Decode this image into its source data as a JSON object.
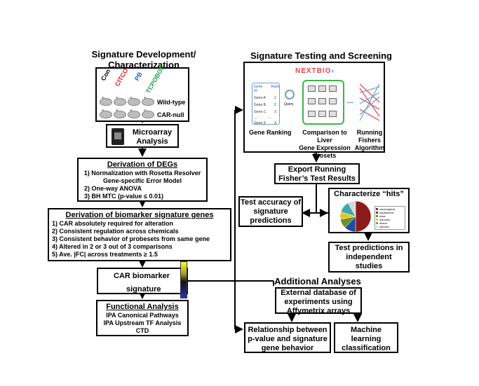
{
  "left": {
    "title_line1": "Signature Development/",
    "title_line2": "Characterization",
    "treatments": [
      "Con",
      "CITCO",
      "PB",
      "TCPOBOP"
    ],
    "treatment_colors": [
      "#000000",
      "#e02020",
      "#1a5fd6",
      "#22a14a"
    ],
    "row_labels": [
      "Wild-type",
      "CAR-null"
    ],
    "microarray": "Microarray Analysis",
    "degs": {
      "title": "Derivation of DEGs",
      "items": [
        "1) Normalization with Rosetta Resolver",
        "Gene-specific Error Model",
        "2) One-way ANOVA",
        "3) BH MTC (p-value ≤ 0.01)"
      ]
    },
    "biomarker": {
      "title": "Derivation of biomarker signature genes",
      "items": [
        "1) CAR absolutely required for alteration",
        "2) Consistent regulation across chemicals",
        "3) Consistent behavior of probesets from same gene",
        "4) Altered in 2 or 3 out of 3 comparisons",
        "5) Ave. |FC| across treatments ≥ 1.5"
      ]
    },
    "car_signature": [
      "CAR biomarker",
      "signature"
    ],
    "functional": {
      "title": "Functional Analysis",
      "items": [
        "IPA Canonical Pathways",
        "IPA Upstream TF Analysis",
        "CTD"
      ]
    }
  },
  "right": {
    "title": "Signature Testing and Screening",
    "nextbio": {
      "logo": "NEXTBIO",
      "table_headers": [
        "Gene ID",
        "Rank"
      ],
      "genes": [
        "Gene A",
        "Gene B",
        "Gene C",
        "...",
        "Gene X"
      ],
      "ranks": [
        "1",
        "2",
        "3",
        "...",
        "X"
      ],
      "query": "Query",
      "caption_ranking": "Gene Ranking",
      "caption_comparison": [
        "Comparison to Liver",
        "Gene Expression",
        "Biosets"
      ],
      "caption_fishers": [
        "Running",
        "Fishers",
        "Algorithm"
      ]
    },
    "export": [
      "Export Running",
      "Fisher’s Test Results"
    ],
    "test_accuracy": [
      "Test accuracy of",
      "signature",
      "predictions"
    ],
    "characterize": "Characterize “hits”",
    "pie_legend": [
      "carcinogenic",
      "hepatotoxic",
      "dose",
      "inducers",
      "others",
      "species"
    ],
    "pie_colors": [
      "#8b1a1a",
      "#1f4e9e",
      "#6a8f2a",
      "#e8c51c",
      "#3fa6b6",
      "#d9d9d9"
    ],
    "pie_values": [
      50,
      12,
      10,
      8,
      12,
      8
    ],
    "test_predictions": [
      "Test predictions in",
      "independent",
      "studies"
    ],
    "additional_title": "Additional Analyses",
    "external_db": [
      "External database of",
      "experiments using",
      "Affymetrix arrays"
    ],
    "relationship": [
      "Relationship between",
      "p-value and signature",
      "gene behavior"
    ],
    "machine": [
      "Machine",
      "learning",
      "classification"
    ]
  }
}
